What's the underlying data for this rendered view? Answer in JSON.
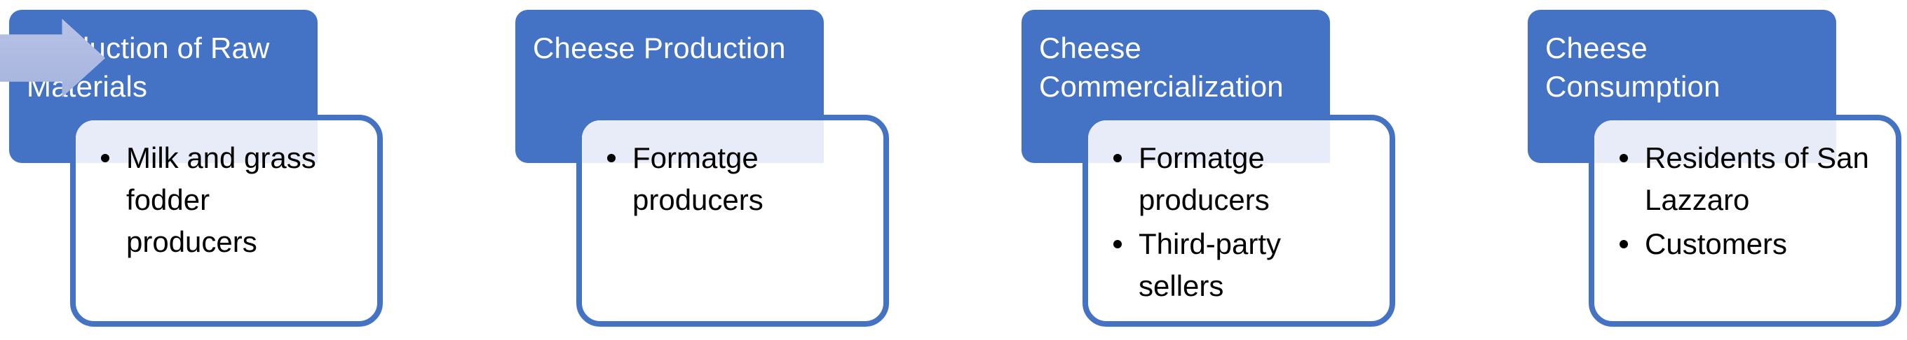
{
  "diagram": {
    "kind": "process-flow",
    "colors": {
      "stage_fill": "#4472C4",
      "stage_text": "#FFFFFF",
      "detail_border": "#4573C4",
      "detail_fill": "#FFFFFF",
      "overlap_tint": "#E8ECF8",
      "arrow_fill": "#ACB9E0",
      "bullet_text": "#000000",
      "background": "#FFFFFF"
    },
    "stages": [
      {
        "title": "Production of Raw\nMaterials",
        "bullets": [
          "Milk and grass\nfodder\nproducers"
        ]
      },
      {
        "title": "Cheese Production",
        "bullets": [
          "Formatge\nproducers"
        ]
      },
      {
        "title": "Cheese\nCommercialization",
        "bullets": [
          "Formatge\nproducers",
          "Third-party\nsellers"
        ]
      },
      {
        "title": "Cheese\nConsumption",
        "bullets": [
          "Residents of San\nLazzaro",
          "Customers"
        ]
      }
    ],
    "arrows": [
      {
        "icon": "right-block-arrow"
      },
      {
        "icon": "right-block-arrow"
      },
      {
        "icon": "right-block-arrow"
      }
    ]
  }
}
